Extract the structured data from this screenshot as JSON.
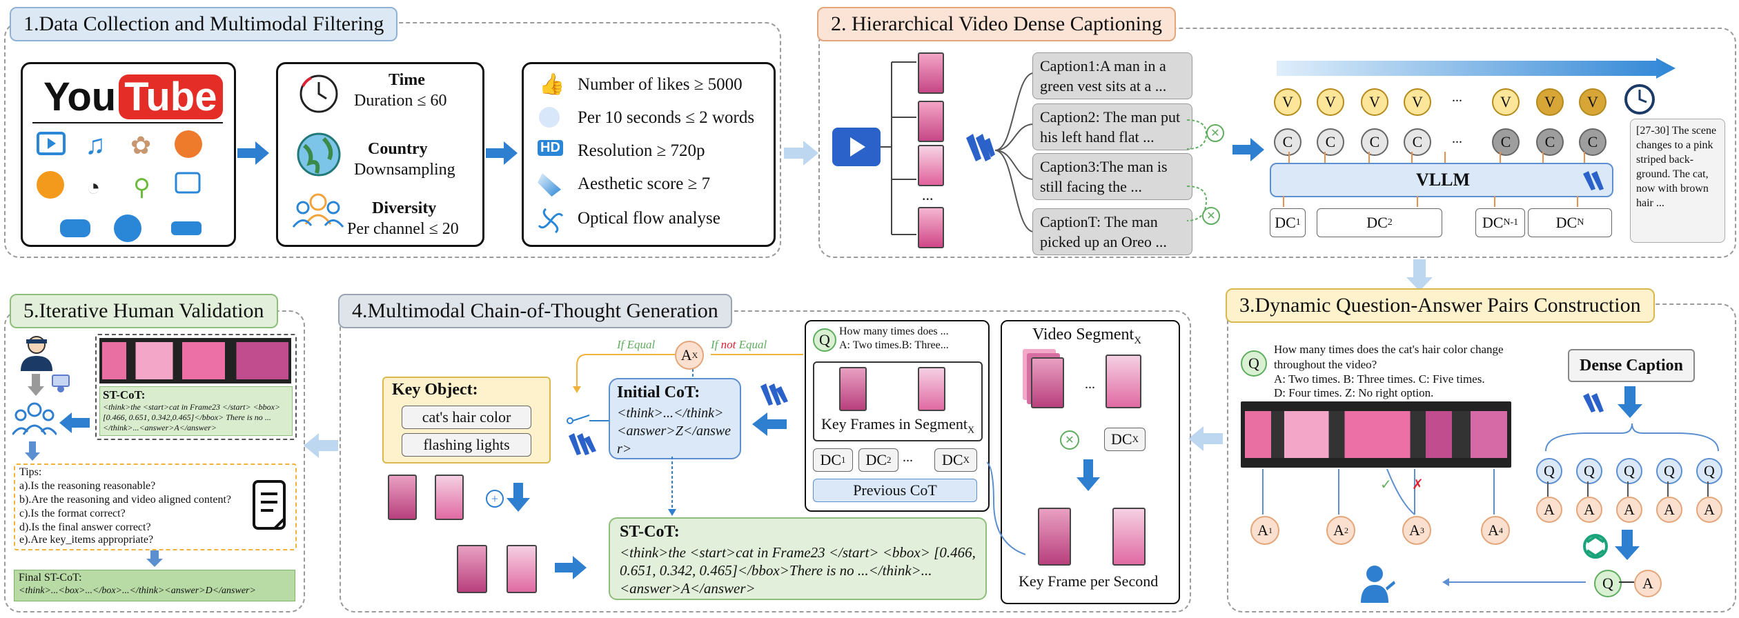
{
  "s1": {
    "title": "1.Data Collection and Multimodal Filtering",
    "logo_you": "You",
    "logo_tube": "Tube",
    "time_h": "Time",
    "time_v": "Duration ≤ 60",
    "country_h": "Country",
    "country_v": "Downsampling",
    "div_h": "Diversity",
    "div_v": "Per channel ≤ 20",
    "filters": [
      "Number of likes ≥ 5000",
      "Per 10 seconds ≤ 2 words",
      "Resolution ≥ 720p",
      "Aesthetic score ≥ 7",
      "Optical flow analyse"
    ]
  },
  "s2": {
    "title": "2. Hierarchical Video Dense Captioning",
    "captions": [
      "Caption1:A man in a green vest sits at a ...",
      "Caption2: The man put his left hand flat ...",
      "Caption3:The man is still facing the  ...",
      "CaptionT: The man picked up an Oreo ..."
    ],
    "dots": "...",
    "v": "V",
    "c": "C",
    "vllm": "VLLM",
    "dc1": "DC",
    "dc1s": "1",
    "dc2": "DC",
    "dc2s": "2",
    "dcn1": "DC",
    "dcn1s": "N-1",
    "dcn": "DC",
    "dcns": "N",
    "note": "[27-30] The scene changes to a pink striped back-ground. The cat, now with brown hair ..."
  },
  "s3": {
    "title": "3.Dynamic Question-Answer Pairs Construction",
    "q": "Q",
    "question": "How many times does the cat's hair color change throughout the video?",
    "opt1": "A: Two times.   B: Three times.   C: Five times.",
    "opt2": "D: Four times.   Z: No right option.",
    "dense": "Dense Caption",
    "a": "A",
    "a1s": "1",
    "a2s": "2",
    "a3s": "3",
    "a4s": "4"
  },
  "s4": {
    "title": "4.Multimodal Chain-of-Thought Generation",
    "key_obj": "Key Object:",
    "obj1": "cat's hair color",
    "obj2": "flashing lights",
    "if_equal": "If Equal",
    "if_not_equal_pre": "If ",
    "if_not_equal_not": "not",
    "if_not_equal_post": " Equal",
    "ax": "A",
    "axs": "X",
    "init_h": "Initial CoT:",
    "init_b": "<think>...</think> <answer>Z</answer>",
    "q_text1": "How many times does ...",
    "q_text2": "A: Two times.B: Three...",
    "key_frames": "Key Frames in Segment",
    "key_frames_s": "X",
    "dc1": "DC",
    "dc1s": "1",
    "dc2": "DC",
    "dc2s": "2",
    "dcx": "DC",
    "dcxs": "X",
    "prev": "Previous CoT",
    "vseg": "Video Segment",
    "vsegs": "X",
    "dcx2": "DC",
    "dcx2s": "X",
    "kfps": "Key Frame per Second",
    "st_h": "ST-CoT:",
    "st_b": "<think>the <start>cat in Frame23 </start> <bbox> [0.466, 0.651, 0.342, 0.465]</bbox>There is no    ...</think>...<answer>A</answer>"
  },
  "s5": {
    "title": "5.Iterative Human Validation",
    "st_h": "ST-CoT:",
    "st_b": "<think>the <start>cat in Frame23 </start> <bbox> [0.466, 0.651, 0.342,0.465]</bbox> There is no ...</think>...<answer>A</answer>",
    "tips_h": "Tips:",
    "tips": [
      "a).Is the reasoning reasonable?",
      "b).Are the reasoning and video aligned content?",
      "c).Is the format correct?",
      "d).Is the final answer correct?",
      "e).Are key_items appropriate?"
    ],
    "final": "Final ST-CoT:",
    "final_b": "<think>...<box>...</box>...</think><answer>D</answer>"
  },
  "colors": {
    "s1": "#dce9f5",
    "s2": "#fbe4d5",
    "s3": "#fdf2cc",
    "s4": "#dfe3ea",
    "s5": "#e2efda",
    "arrow": "#2e7fd0"
  }
}
